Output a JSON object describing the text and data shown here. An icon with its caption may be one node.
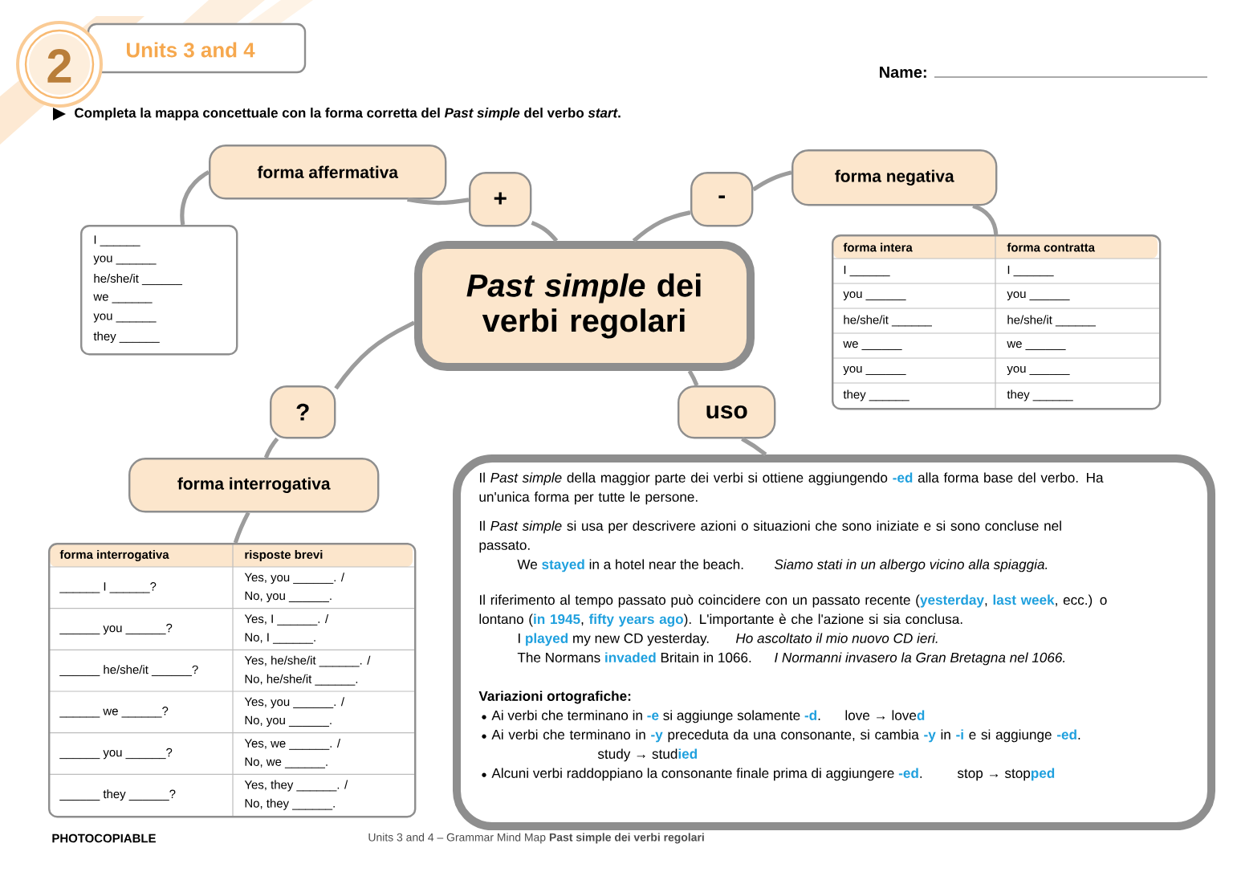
{
  "diagram": {
    "nodes": [
      {
        "text": [
          "*Past simple* dei verbi regolari"
        ]
      },
      {
        "text": [
          "+"
        ]
      },
      {
        "text": [
          "forma affermativa"
        ]
      },
      {
        "text": [
          "I ______",
          "you ______",
          "he/she/it ______",
          "we ______",
          "you ______",
          "they ______"
        ]
      },
      {
        "text": [
          "-"
        ]
      },
      {
        "text": [
          "forma negativa"
        ]
      },
      {
        "text": [
          "forma intera",
          "forma contratta",
          "I ______",
          "I ______",
          "you ______",
          "you ______",
          "he/she/it ______",
          "he/she/it ______",
          "we ______",
          "we ______",
          "you ______",
          "you ______",
          "they ______",
          "they ______"
        ]
      },
      {
        "text": [
          "?"
        ]
      },
      {
        "text": [
          "forma interrogativa"
        ]
      },
      {
        "text": [
          "forma interrogativa",
          "risposte brevi",
          "______ I ______?",
          "Yes, you ______. /",
          "No, you ______.",
          "______ you ______?",
          "Yes, I ______. /",
          "No, I ______.",
          "______ he/she/it ______?",
          "Yes, he/she/it ______. /",
          "No, he/she/it ______.",
          "______ we ______?",
          "Yes, you ______. /",
          "No, you ______.",
          "______ you ______?",
          "Yes, we ______. /",
          "No, we ______.",
          "______ they ______?",
          "Yes, they ______. /",
          "No, they ______."
        ]
      },
      {
        "text": [
          "uso"
        ]
      },
      {
        "text": [
          "Il *Past simple* della maggior parte dei verbi si ottiene aggiungendo **-ed** alla forma base del verbo. Ha un'unica forma per tutte le persone.",
          "Il *Past simple* si usa per descrivere azioni o situazioni che sono iniziate e si sono concluse nel passato.",
          "We **stayed** in a hotel near the beach.",
          "Siamo stati in un albergo vicino alla spiaggia.",
          "Il riferimento al tempo passato può coincidere con un passato recente (**yesterday**, **last week**, ecc.) o lontano (**in 1945**, **fifty years ago**). L'importante è che l'azione si sia conclusa.",
          "I **played** my new CD yesterday.",
          "Ho ascoltato il mio nuovo CD ieri.",
          "The Normans **invaded** Britain in 1066.",
          "I Normanni invasero la Gran Bretagna nel 1066.",
          "Variazioni ortografiche:",
          "Ai verbi che terminano in **-e** si aggiunge solamente **-d**.",
          "love → love**d**",
          "Ai verbi che terminano in **-y** preceduta da una consonante, si cambia **-y** in **-i** e si aggiunge **-ed**.",
          "study → stud**ied**",
          "Alcuni verbi raddoppiano la consonante finale prima di aggiungere **-ed**.",
          "stop → stop**ped**"
        ]
      }
    ],
    "edges": [
      {
        "from": 0,
        "to": 1,
        "arrow": "none"
      },
      {
        "from": 1,
        "to": 2,
        "arrow": "none"
      },
      {
        "from": 2,
        "to": 3,
        "arrow": "none"
      },
      {
        "from": 0,
        "to": 4,
        "arrow": "none"
      },
      {
        "from": 4,
        "to": 5,
        "arrow": "none"
      },
      {
        "from": 5,
        "to": 6,
        "arrow": "none"
      },
      {
        "from": 0,
        "to": 7,
        "arrow": "none"
      },
      {
        "from": 7,
        "to": 8,
        "arrow": "none"
      },
      {
        "from": 8,
        "to": 9,
        "arrow": "none"
      },
      {
        "from": 0,
        "to": 10,
        "arrow": "none"
      },
      {
        "from": 10,
        "to": 11,
        "arrow": "none"
      }
    ],
    "labels": [
      "2",
      "Units 3 and 4",
      "Name:",
      "Completa la mappa concettuale con la forma corretta del *Past simple* del verbo *start*.",
      "PHOTOCOPIABLE",
      "Units 3 and 4 – Grammar Mind Map **Past simple dei verbi regolari**"
    ]
  }
}
